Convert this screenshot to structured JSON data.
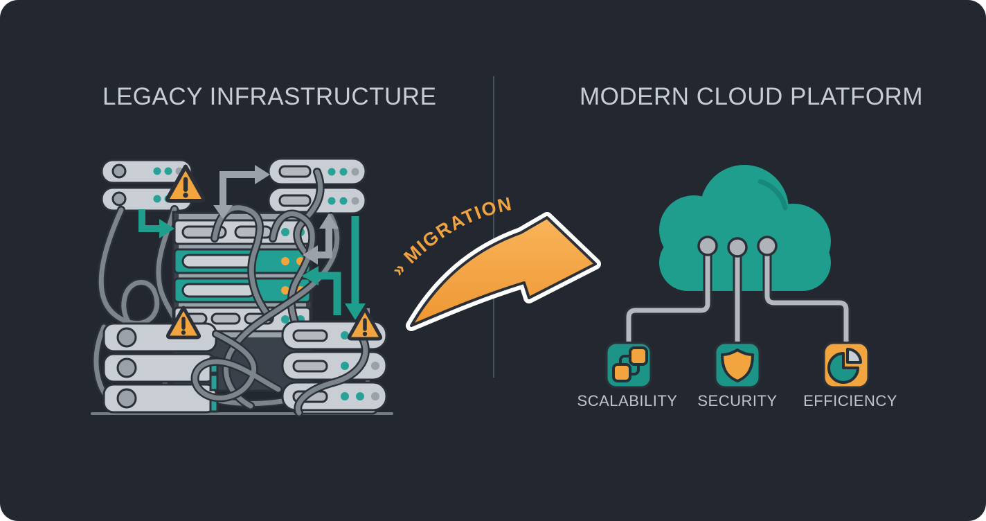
{
  "canvas": {
    "bg": "#232830",
    "corner_radius": "26px"
  },
  "divider": {
    "color": "#49525c"
  },
  "left": {
    "title": "LEGACY INFRASTRUCTURE",
    "warning_icons": 3,
    "icon": "tangled-servers-icon"
  },
  "right": {
    "title": "MODERN CLOUD PLATFORM",
    "icon": "cloud-icon",
    "features": [
      {
        "label": "SCALABILITY",
        "icon": "scaling-squares-icon",
        "icon_bg": "#1d9488"
      },
      {
        "label": "SECURITY",
        "icon": "shield-icon",
        "icon_bg": "#1d9488"
      },
      {
        "label": "EFFICIENCY",
        "icon": "pie-chart-icon",
        "icon_bg": "#f2a53e"
      }
    ]
  },
  "migration": {
    "chevron": "»",
    "label": "MIGRATION",
    "arrow_icon": "curved-arrow-icon",
    "color": "#f2a341"
  },
  "colors": {
    "teal": "#1f9e8e",
    "orange": "#f2a53e",
    "server_light": "#c9ced4",
    "server_mid": "#9aa1a8",
    "outline": "#2b3038",
    "cable": "#7c848c",
    "title_text": "#c8cdd3",
    "label_text": "#bfc5cb",
    "ground": "#747c84"
  }
}
